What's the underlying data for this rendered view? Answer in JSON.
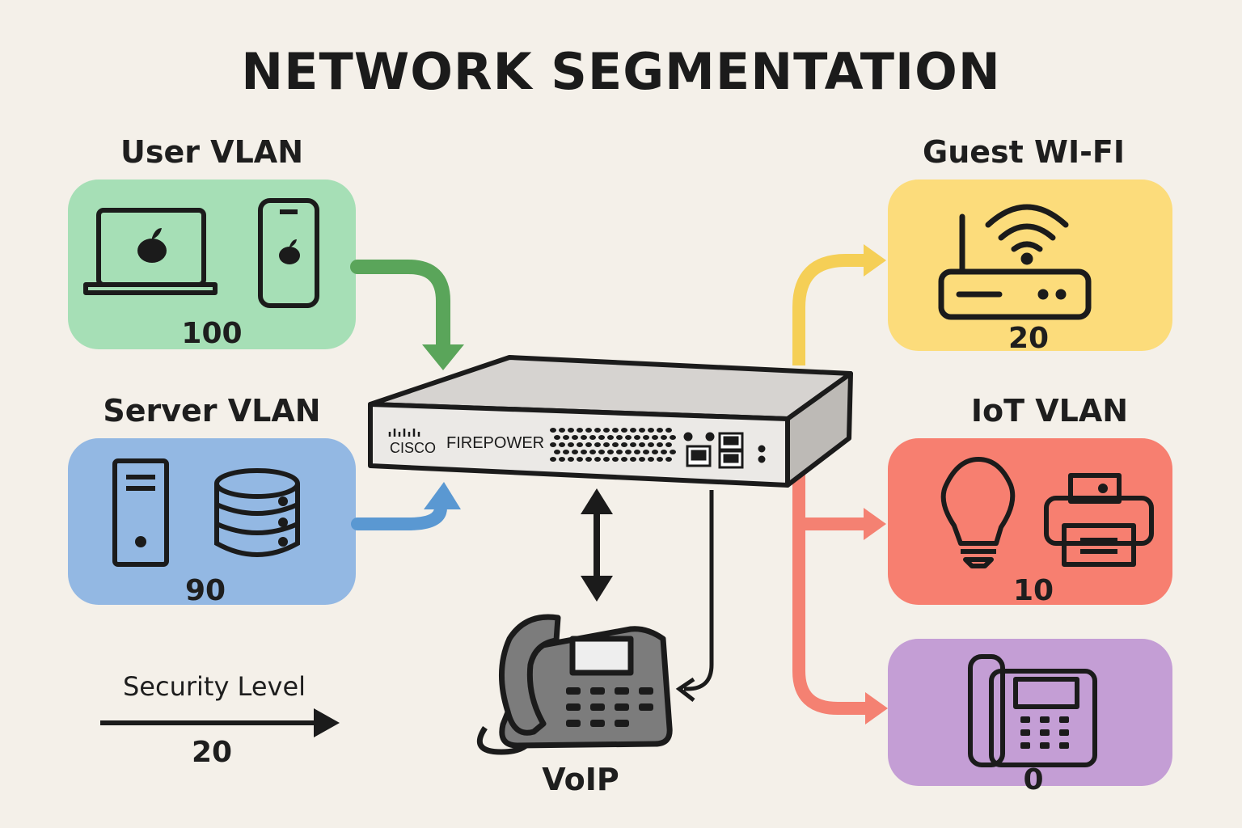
{
  "title": "NETWORK SEGMENTATION",
  "zones": {
    "user_vlan": {
      "label": "User VLAN",
      "level": "100"
    },
    "server_vlan": {
      "label": "Server VLAN",
      "level": "90"
    },
    "guest_wifi": {
      "label": "Guest WI-FI",
      "level": "20"
    },
    "iot_vlan": {
      "label": "IoT VLAN",
      "level": "10"
    },
    "voice_zone": {
      "label": "",
      "level": "0"
    }
  },
  "firewall": {
    "brand": "CISCO",
    "model": "FIREPOWER"
  },
  "voip": {
    "label": "VoIP"
  },
  "legend": {
    "label": "Security Level",
    "value": "20"
  },
  "colors": {
    "user": "#a6dfb6",
    "server": "#93b8e3",
    "guest": "#fcdc7b",
    "iot": "#f77f70",
    "voice": "#c49ed5",
    "green_arrow": "#5aa55a",
    "blue_arrow": "#5a98d2",
    "yellow_arrow": "#f5cf56",
    "red_arrow": "#f48172"
  }
}
